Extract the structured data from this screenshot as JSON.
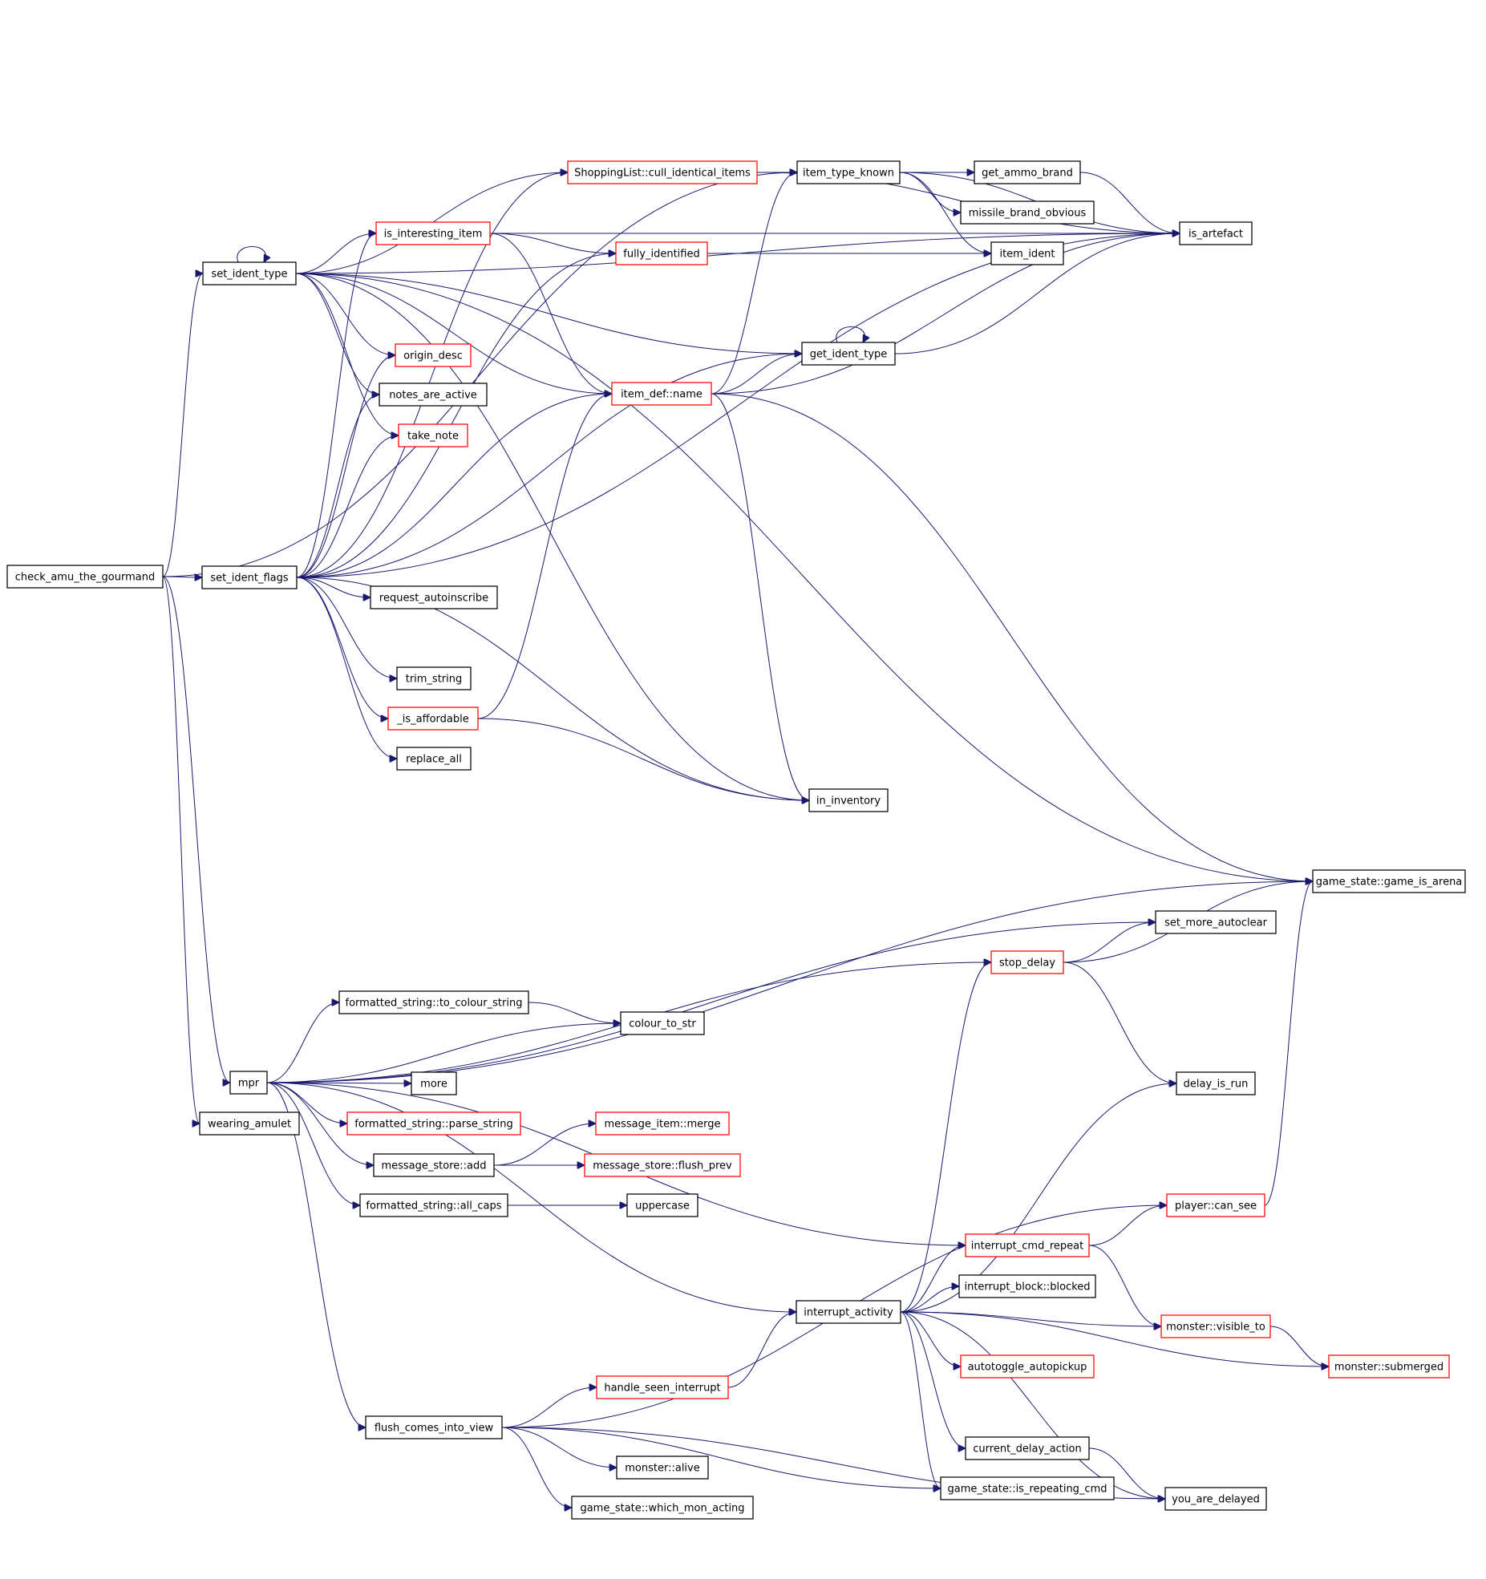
{
  "colors": {
    "edge": "#191970",
    "node_border_default": "#000000",
    "node_border_truncated": "#ff0000",
    "root_fill": "#bfbfbf",
    "node_fill": "#ffffff"
  },
  "nodes": [
    {
      "id": "check_amu_the_gourmand",
      "label": "check_amu_the_gourmand",
      "root": true
    },
    {
      "id": "set_ident_type",
      "label": "set_ident_type"
    },
    {
      "id": "set_ident_flags",
      "label": "set_ident_flags"
    },
    {
      "id": "mpr",
      "label": "mpr"
    },
    {
      "id": "wearing_amulet",
      "label": "wearing_amulet"
    },
    {
      "id": "shoppinglist_cull_identical_items",
      "label": "ShoppingList::cull_identical_items",
      "truncated": true
    },
    {
      "id": "item_type_known",
      "label": "item_type_known"
    },
    {
      "id": "get_ammo_brand",
      "label": "get_ammo_brand"
    },
    {
      "id": "missile_brand_obvious",
      "label": "missile_brand_obvious"
    },
    {
      "id": "is_artefact",
      "label": "is_artefact"
    },
    {
      "id": "item_ident",
      "label": "item_ident"
    },
    {
      "id": "is_interesting_item",
      "label": "is_interesting_item",
      "truncated": true
    },
    {
      "id": "fully_identified",
      "label": "fully_identified",
      "truncated": true
    },
    {
      "id": "origin_desc",
      "label": "origin_desc",
      "truncated": true
    },
    {
      "id": "notes_are_active",
      "label": "notes_are_active"
    },
    {
      "id": "take_note",
      "label": "take_note",
      "truncated": true
    },
    {
      "id": "get_ident_type",
      "label": "get_ident_type"
    },
    {
      "id": "item_def_name",
      "label": "item_def::name",
      "truncated": true
    },
    {
      "id": "request_autoinscribe",
      "label": "request_autoinscribe"
    },
    {
      "id": "trim_string",
      "label": "trim_string"
    },
    {
      "id": "is_affordable",
      "label": "_is_affordable",
      "truncated": true
    },
    {
      "id": "replace_all",
      "label": "replace_all"
    },
    {
      "id": "in_inventory",
      "label": "in_inventory"
    },
    {
      "id": "game_state_game_is_arena",
      "label": "game_state::game_is_arena"
    },
    {
      "id": "set_more_autoclear",
      "label": "set_more_autoclear"
    },
    {
      "id": "stop_delay",
      "label": "stop_delay",
      "truncated": true
    },
    {
      "id": "formatted_string_to_colour_string",
      "label": "formatted_string::to_colour_string"
    },
    {
      "id": "colour_to_str",
      "label": "colour_to_str"
    },
    {
      "id": "more",
      "label": "more"
    },
    {
      "id": "delay_is_run",
      "label": "delay_is_run"
    },
    {
      "id": "formatted_string_parse_string",
      "label": "formatted_string::parse_string",
      "truncated": true
    },
    {
      "id": "message_item_merge",
      "label": "message_item::merge",
      "truncated": true
    },
    {
      "id": "message_store_add",
      "label": "message_store::add"
    },
    {
      "id": "message_store_flush_prev",
      "label": "message_store::flush_prev",
      "truncated": true
    },
    {
      "id": "formatted_string_all_caps",
      "label": "formatted_string::all_caps"
    },
    {
      "id": "uppercase",
      "label": "uppercase"
    },
    {
      "id": "player_can_see",
      "label": "player::can_see",
      "truncated": true
    },
    {
      "id": "interrupt_cmd_repeat",
      "label": "interrupt_cmd_repeat",
      "truncated": true
    },
    {
      "id": "interrupt_block_blocked",
      "label": "interrupt_block::blocked"
    },
    {
      "id": "interrupt_activity",
      "label": "interrupt_activity"
    },
    {
      "id": "monster_visible_to",
      "label": "monster::visible_to",
      "truncated": true
    },
    {
      "id": "autotoggle_autopickup",
      "label": "autotoggle_autopickup",
      "truncated": true
    },
    {
      "id": "monster_submerged",
      "label": "monster::submerged",
      "truncated": true
    },
    {
      "id": "handle_seen_interrupt",
      "label": "handle_seen_interrupt",
      "truncated": true
    },
    {
      "id": "flush_comes_into_view",
      "label": "flush_comes_into_view"
    },
    {
      "id": "current_delay_action",
      "label": "current_delay_action"
    },
    {
      "id": "monster_alive",
      "label": "monster::alive"
    },
    {
      "id": "game_state_is_repeating_cmd",
      "label": "game_state::is_repeating_cmd"
    },
    {
      "id": "you_are_delayed",
      "label": "you_are_delayed"
    },
    {
      "id": "game_state_which_mon_acting",
      "label": "game_state::which_mon_acting"
    }
  ],
  "edges": [
    [
      "check_amu_the_gourmand",
      "set_ident_type"
    ],
    [
      "check_amu_the_gourmand",
      "set_ident_flags"
    ],
    [
      "check_amu_the_gourmand",
      "mpr"
    ],
    [
      "check_amu_the_gourmand",
      "wearing_amulet"
    ],
    [
      "check_amu_the_gourmand",
      "item_type_known"
    ],
    [
      "set_ident_type",
      "set_ident_type"
    ],
    [
      "set_ident_type",
      "is_interesting_item"
    ],
    [
      "set_ident_type",
      "origin_desc"
    ],
    [
      "set_ident_type",
      "notes_are_active"
    ],
    [
      "set_ident_type",
      "take_note"
    ],
    [
      "set_ident_type",
      "shoppinglist_cull_identical_items"
    ],
    [
      "set_ident_type",
      "item_def_name"
    ],
    [
      "set_ident_type",
      "get_ident_type"
    ],
    [
      "set_ident_type",
      "in_inventory"
    ],
    [
      "set_ident_type",
      "is_artefact"
    ],
    [
      "set_ident_type",
      "game_state_game_is_arena"
    ],
    [
      "set_ident_flags",
      "request_autoinscribe"
    ],
    [
      "set_ident_flags",
      "trim_string"
    ],
    [
      "set_ident_flags",
      "is_affordable"
    ],
    [
      "set_ident_flags",
      "replace_all"
    ],
    [
      "set_ident_flags",
      "in_inventory"
    ],
    [
      "set_ident_flags",
      "origin_desc"
    ],
    [
      "set_ident_flags",
      "notes_are_active"
    ],
    [
      "set_ident_flags",
      "take_note"
    ],
    [
      "set_ident_flags",
      "fully_identified"
    ],
    [
      "set_ident_flags",
      "get_ident_type"
    ],
    [
      "set_ident_flags",
      "item_def_name"
    ],
    [
      "set_ident_flags",
      "shoppinglist_cull_identical_items"
    ],
    [
      "set_ident_flags",
      "is_interesting_item"
    ],
    [
      "set_ident_flags",
      "is_artefact"
    ],
    [
      "shoppinglist_cull_identical_items",
      "item_type_known"
    ],
    [
      "shoppinglist_cull_identical_items",
      "is_artefact"
    ],
    [
      "item_type_known",
      "get_ammo_brand"
    ],
    [
      "item_type_known",
      "missile_brand_obvious"
    ],
    [
      "item_type_known",
      "item_ident"
    ],
    [
      "item_type_known",
      "is_artefact"
    ],
    [
      "get_ammo_brand",
      "is_artefact"
    ],
    [
      "is_interesting_item",
      "fully_identified"
    ],
    [
      "is_interesting_item",
      "item_def_name"
    ],
    [
      "is_interesting_item",
      "is_artefact"
    ],
    [
      "fully_identified",
      "item_ident"
    ],
    [
      "get_ident_type",
      "get_ident_type"
    ],
    [
      "get_ident_type",
      "is_artefact"
    ],
    [
      "item_def_name",
      "get_ident_type"
    ],
    [
      "item_def_name",
      "item_type_known"
    ],
    [
      "item_def_name",
      "is_artefact"
    ],
    [
      "item_def_name",
      "in_inventory"
    ],
    [
      "item_def_name",
      "game_state_game_is_arena"
    ],
    [
      "is_affordable",
      "item_def_name"
    ],
    [
      "is_affordable",
      "in_inventory"
    ],
    [
      "mpr",
      "game_state_game_is_arena"
    ],
    [
      "mpr",
      "set_more_autoclear"
    ],
    [
      "mpr",
      "stop_delay"
    ],
    [
      "mpr",
      "formatted_string_to_colour_string"
    ],
    [
      "mpr",
      "colour_to_str"
    ],
    [
      "mpr",
      "more"
    ],
    [
      "mpr",
      "formatted_string_parse_string"
    ],
    [
      "mpr",
      "message_store_add"
    ],
    [
      "mpr",
      "formatted_string_all_caps"
    ],
    [
      "mpr",
      "interrupt_cmd_repeat"
    ],
    [
      "mpr",
      "interrupt_activity"
    ],
    [
      "mpr",
      "flush_comes_into_view"
    ],
    [
      "formatted_string_to_colour_string",
      "colour_to_str"
    ],
    [
      "message_store_add",
      "message_item_merge"
    ],
    [
      "message_store_add",
      "message_store_flush_prev"
    ],
    [
      "formatted_string_all_caps",
      "uppercase"
    ],
    [
      "stop_delay",
      "set_more_autoclear"
    ],
    [
      "stop_delay",
      "game_state_game_is_arena"
    ],
    [
      "stop_delay",
      "delay_is_run"
    ],
    [
      "player_can_see",
      "game_state_game_is_arena"
    ],
    [
      "interrupt_cmd_repeat",
      "player_can_see"
    ],
    [
      "interrupt_cmd_repeat",
      "monster_visible_to"
    ],
    [
      "interrupt_activity",
      "stop_delay"
    ],
    [
      "interrupt_activity",
      "delay_is_run"
    ],
    [
      "interrupt_activity",
      "interrupt_cmd_repeat"
    ],
    [
      "interrupt_activity",
      "interrupt_block_blocked"
    ],
    [
      "interrupt_activity",
      "monster_visible_to"
    ],
    [
      "interrupt_activity",
      "autotoggle_autopickup"
    ],
    [
      "interrupt_activity",
      "monster_submerged"
    ],
    [
      "interrupt_activity",
      "current_delay_action"
    ],
    [
      "interrupt_activity",
      "game_state_is_repeating_cmd"
    ],
    [
      "interrupt_activity",
      "you_are_delayed"
    ],
    [
      "monster_visible_to",
      "monster_submerged"
    ],
    [
      "current_delay_action",
      "you_are_delayed"
    ],
    [
      "handle_seen_interrupt",
      "interrupt_activity"
    ],
    [
      "flush_comes_into_view",
      "handle_seen_interrupt"
    ],
    [
      "flush_comes_into_view",
      "monster_alive"
    ],
    [
      "flush_comes_into_view",
      "game_state_which_mon_acting"
    ],
    [
      "flush_comes_into_view",
      "game_state_is_repeating_cmd"
    ],
    [
      "flush_comes_into_view",
      "player_can_see"
    ],
    [
      "flush_comes_into_view",
      "you_are_delayed"
    ]
  ]
}
